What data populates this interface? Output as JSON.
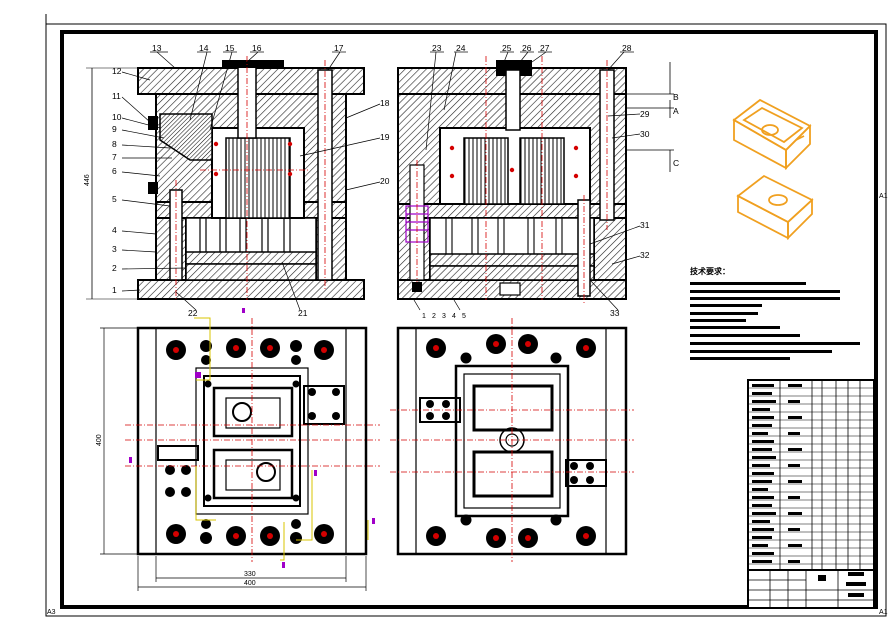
{
  "drawing": {
    "part_labels": [
      "13",
      "14",
      "15",
      "16",
      "17",
      "12",
      "11",
      "10",
      "9",
      "8",
      "7",
      "6",
      "5",
      "4",
      "3",
      "2",
      "1",
      "18",
      "19",
      "20",
      "22",
      "21",
      "23",
      "24",
      "25",
      "26",
      "27",
      "28",
      "29",
      "30",
      "31",
      "32",
      "33"
    ],
    "dimension_labels": [
      "446",
      "400",
      "330",
      "400"
    ],
    "side_markers": [
      "B",
      "A",
      "C"
    ],
    "edge_labels": [
      "A3",
      "A1",
      "A1"
    ],
    "section_marks": [
      "1",
      "2",
      "3",
      "4",
      "5"
    ],
    "tech_requirements_title": "技术要求：",
    "colors": {
      "line": "#000000",
      "hatch": "#000000",
      "centerline": "#d40000",
      "dimension": "#d9c400",
      "accent_purple": "#a000c8",
      "part3d": "#f0a020"
    }
  }
}
